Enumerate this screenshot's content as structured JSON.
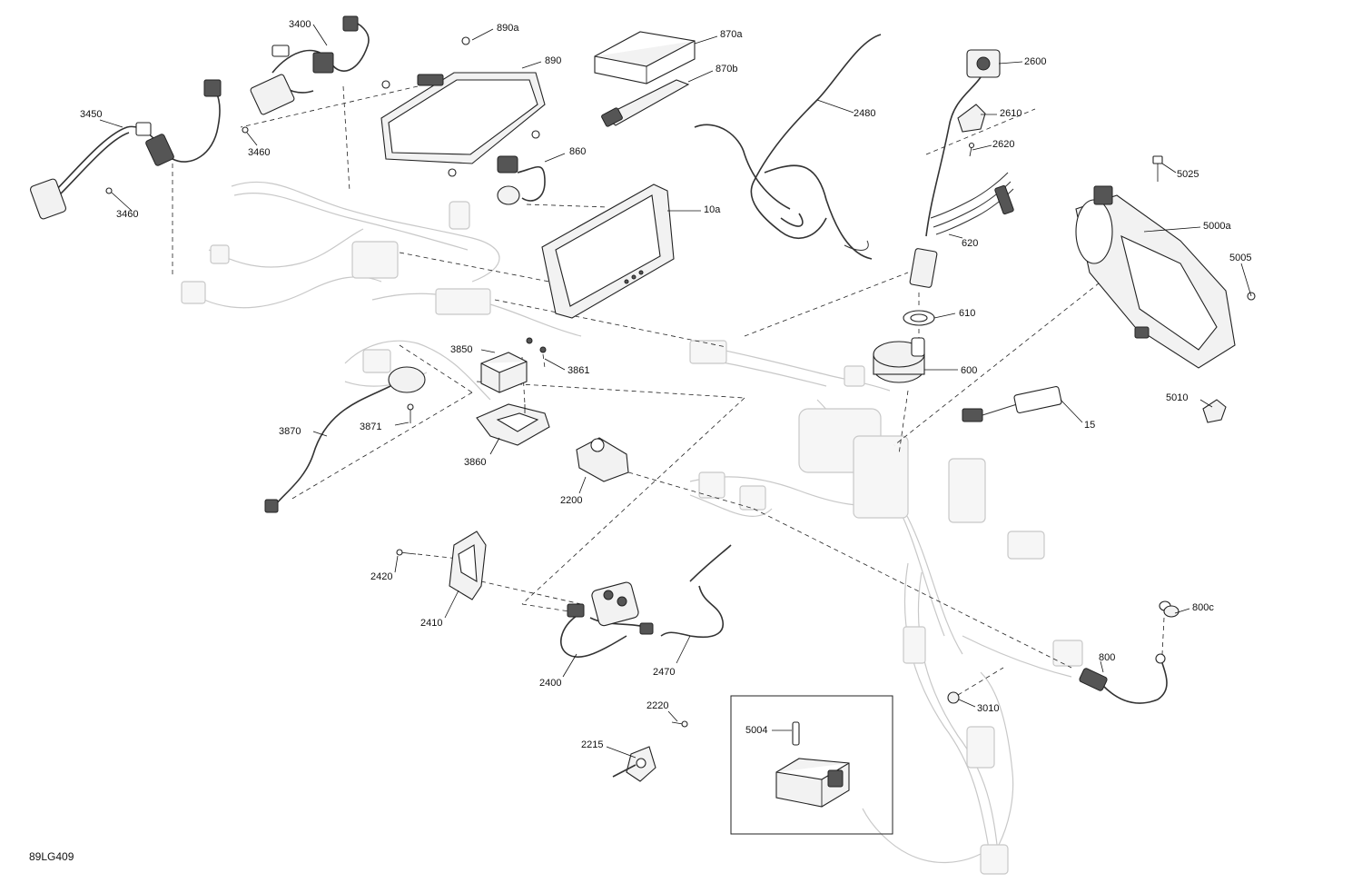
{
  "diagram_code": "89LG409",
  "callouts": {
    "c3400": "3400",
    "c890a": "890a",
    "c890": "890",
    "c870a": "870a",
    "c870b": "870b",
    "c2600": "2600",
    "c2610": "2610",
    "c2620": "2620",
    "c2480": "2480",
    "c3450": "3450",
    "c3460a": "3460",
    "c3460b": "3460",
    "c860": "860",
    "c10a": "10a",
    "c5025": "5025",
    "c5000a": "5000a",
    "c5005": "5005",
    "c620": "620",
    "c610": "610",
    "c600": "600",
    "c3850": "3850",
    "c3861": "3861",
    "c3870": "3870",
    "c3871": "3871",
    "c3860": "3860",
    "c5010": "5010",
    "c15": "15",
    "c2200": "2200",
    "c2420": "2420",
    "c2410": "2410",
    "c2400": "2400",
    "c2470": "2470",
    "c800c": "800c",
    "c800": "800",
    "c3010": "3010",
    "c2220": "2220",
    "c2215": "2215",
    "c5004": "5004"
  }
}
